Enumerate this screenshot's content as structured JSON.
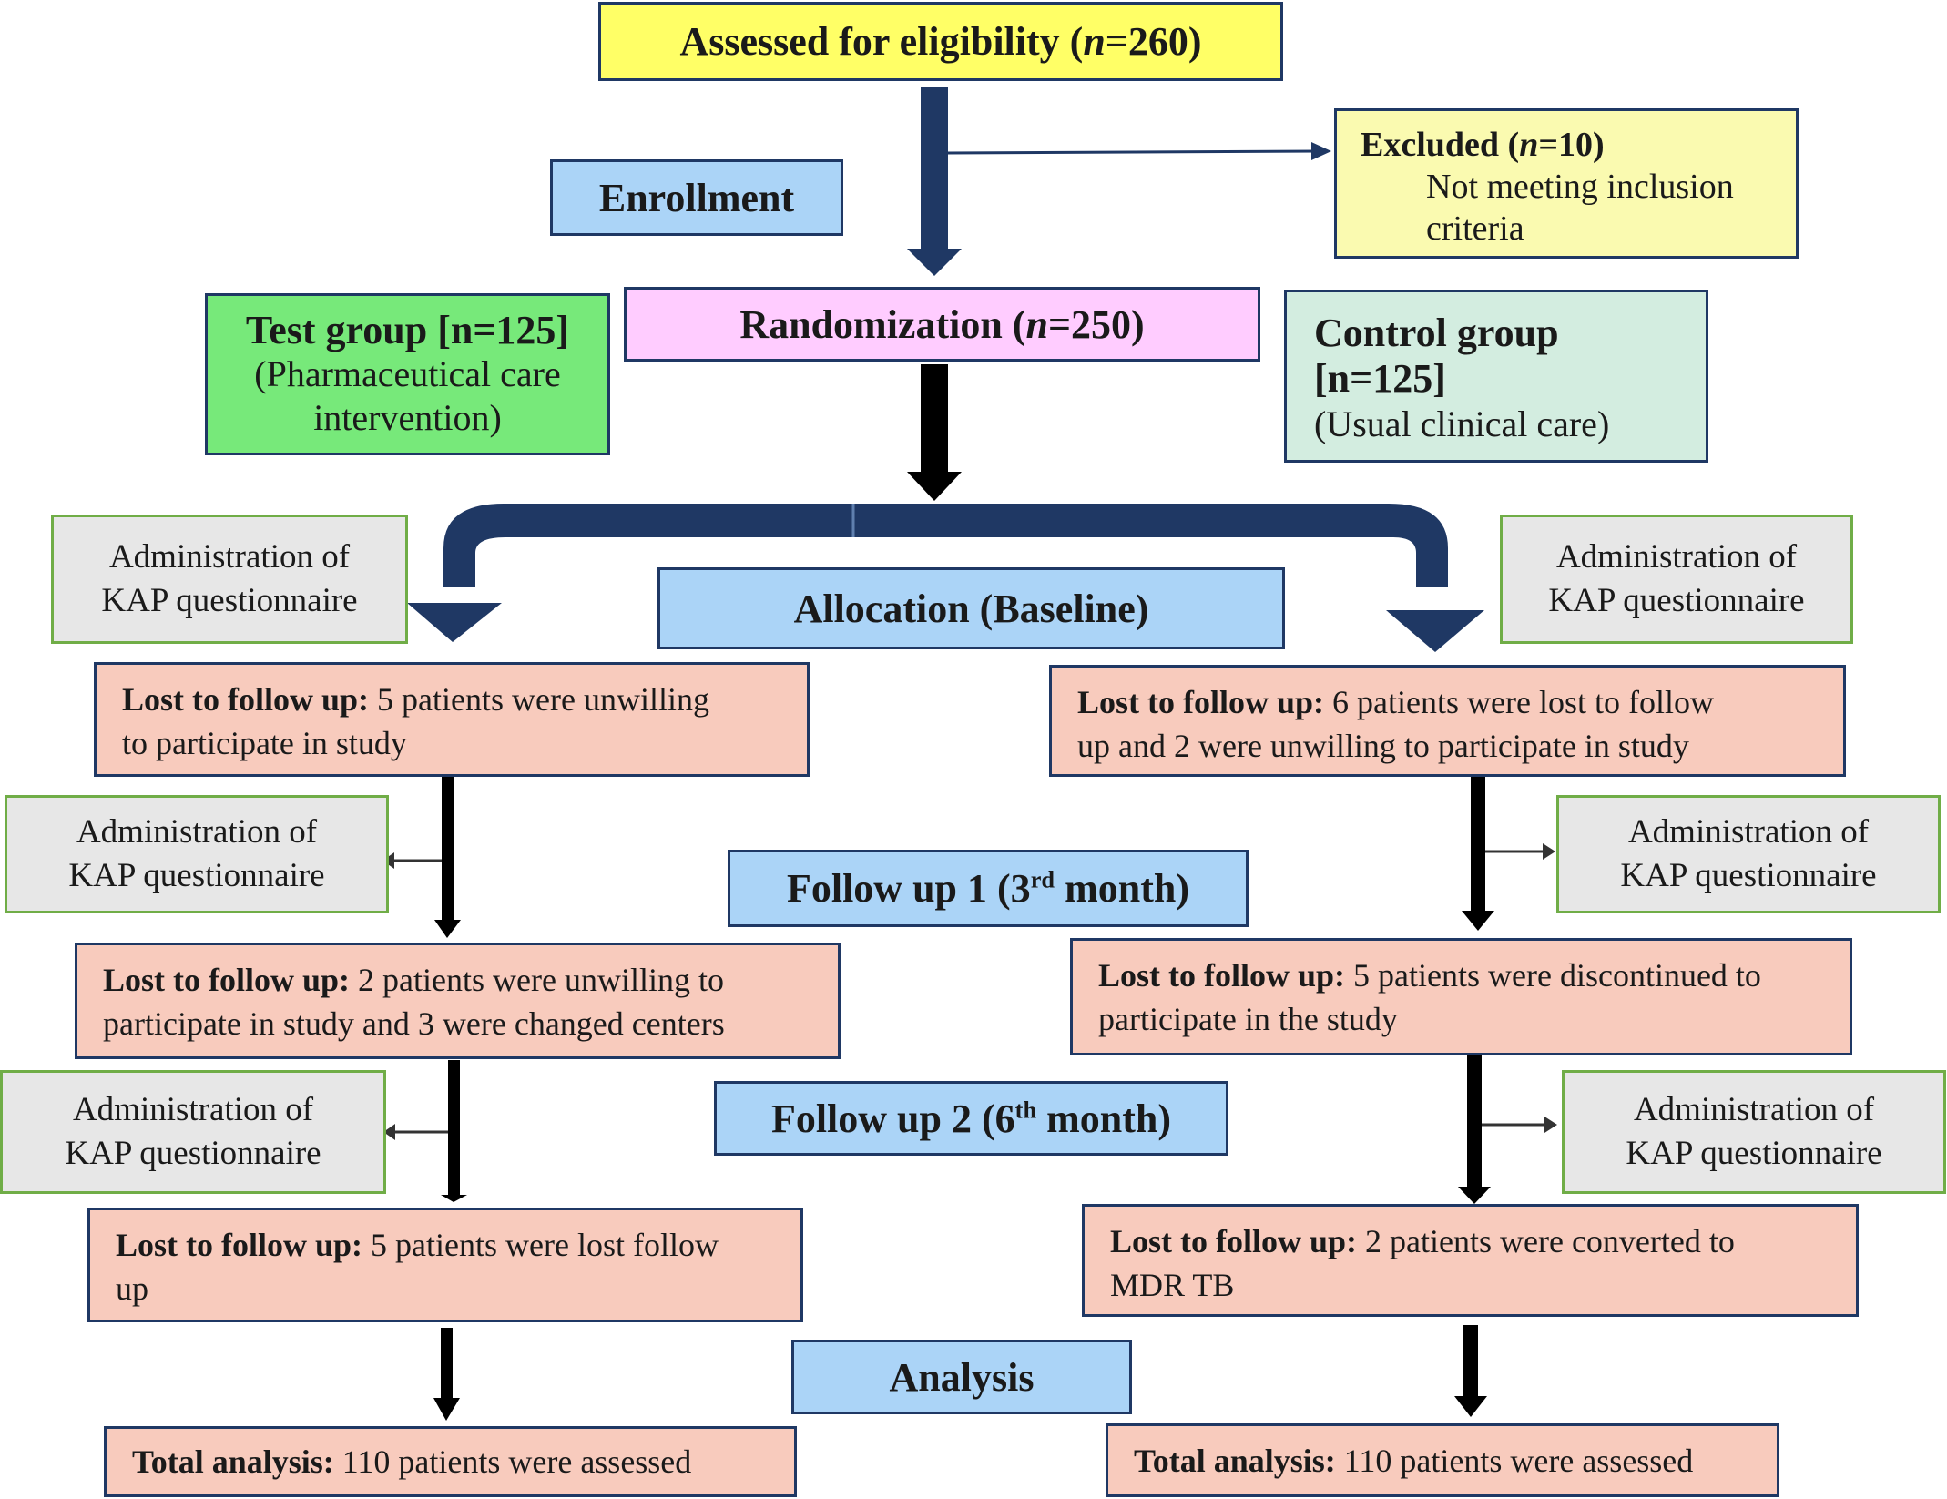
{
  "assessed": {
    "label": "Assessed for eligibility (",
    "n": "n",
    "value": "=260)"
  },
  "excluded": {
    "label": "Excluded (",
    "n": "n",
    "value": "=10)",
    "reason_line1": "Not meeting inclusion",
    "reason_line2": "criteria"
  },
  "phases": {
    "enrollment": "Enrollment",
    "allocation": "Allocation (Baseline)",
    "follow_up_1_prefix": "Follow up 1 (3",
    "follow_up_1_sup": "rd",
    "follow_up_1_suffix": " month)",
    "follow_up_2_prefix": "Follow up 2 (6",
    "follow_up_2_sup": "th",
    "follow_up_2_suffix": " month)",
    "analysis": "Analysis"
  },
  "randomization": {
    "label": "Randomization (",
    "n": "n",
    "value": "=250)"
  },
  "test_group": {
    "title": "Test group [n=125]",
    "line1": "(Pharmaceutical care",
    "line2": "intervention)"
  },
  "control_group": {
    "title_line1": "Control group",
    "title_line2": "[n=125]",
    "desc": "(Usual clinical care)"
  },
  "kap": {
    "line1": "Administration of",
    "line2": "KAP questionnaire"
  },
  "lost_label": "Lost to follow up:",
  "left": {
    "lost1": {
      "line1": " 5 patients were unwilling",
      "line2": "to participate in study"
    },
    "lost2": {
      "line1": " 2 patients were unwilling to",
      "line2": "participate in study and 3 were changed centers"
    },
    "lost3": {
      "line1": " 5 patients were lost follow",
      "line2": "up"
    }
  },
  "right": {
    "lost1": {
      "line1": " 6 patients were lost to follow",
      "line2": "up and 2 were unwilling to participate in study"
    },
    "lost2": {
      "line1": " 5 patients were discontinued to",
      "line2": "participate in the study"
    },
    "lost3": {
      "line1": " 2 patients were converted to",
      "line2": "MDR TB"
    }
  },
  "total": {
    "label": "Total analysis:",
    "text": " 110 patients were assessed"
  },
  "colors": {
    "arrow_navy": "#1f3864",
    "arrow_black": "#000000",
    "phase_blue": "#abd4f7",
    "assessed_yellow": "#ffff66",
    "excluded_yellow": "#fafab0",
    "randomization_pink": "#ffccff",
    "test_green": "#77e97a",
    "control_green": "#d3ede0",
    "kap_border_green": "#70ad47",
    "lost_salmon": "#f8cbbd"
  }
}
